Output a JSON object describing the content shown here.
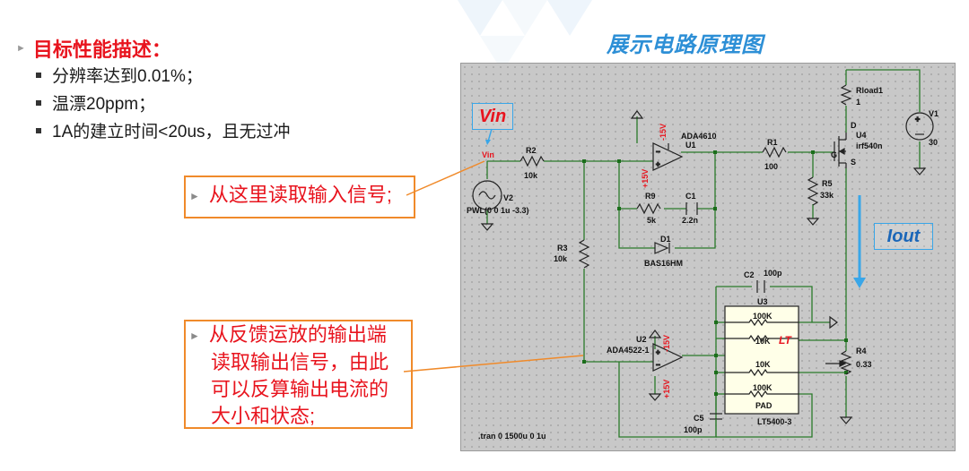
{
  "left": {
    "heading": "目标性能描述：",
    "items": [
      "分辨率达到0.01%；",
      "温漂20ppm；",
      "1A的建立时间<20us，且无过冲"
    ]
  },
  "title": "展示电路原理图",
  "callouts": {
    "input": "从这里读取输入信号;",
    "output_lines": [
      "从反馈运放的输出端",
      "读取输出信号，由此",
      "可以反算输出电流的",
      "大小和状态;"
    ]
  },
  "schematic": {
    "vin_box": "Vin",
    "iout_box": "Iout",
    "vin_node": "Vin",
    "r2": {
      "name": "R2",
      "value": "10k"
    },
    "r9": {
      "name": "R9",
      "value": "5k"
    },
    "c1": {
      "name": "C1",
      "value": "2.2n"
    },
    "d1": {
      "name": "D1",
      "value": "BAS16HM"
    },
    "u1": {
      "part": "ADA4610",
      "name": "U1",
      "neg": "-15V",
      "pos": "+15V"
    },
    "r1": {
      "name": "R1",
      "value": "100"
    },
    "r5": {
      "name": "R5",
      "value": "33k"
    },
    "rload": {
      "name": "Rload1",
      "value": "1"
    },
    "u4": {
      "d": "D",
      "name": "U4",
      "g": "G",
      "s": "S",
      "part": "irf540n"
    },
    "v1": {
      "name": "V1",
      "value": "30"
    },
    "v2": {
      "name": "V2",
      "value": "PWL(0 0 1u -3.3)"
    },
    "r3": {
      "name": "R3",
      "value": "10k"
    },
    "c2": {
      "name": "C2",
      "value": "100p"
    },
    "u3": {
      "name": "U3",
      "part": "LT5400-3",
      "r_a": "100K",
      "r_b": "10K",
      "r_c": "10K",
      "r_d": "100K",
      "pad": "PAD",
      "logo": "LT"
    },
    "u2": {
      "part": "ADA4522-1",
      "name": "U2",
      "neg": "-15V",
      "pos": "+15V"
    },
    "r4": {
      "name": "R4",
      "value": "0.33"
    },
    "c5": {
      "name": "C5",
      "value": "100p"
    },
    "tran": ".tran 0 1500u 0 1u"
  }
}
